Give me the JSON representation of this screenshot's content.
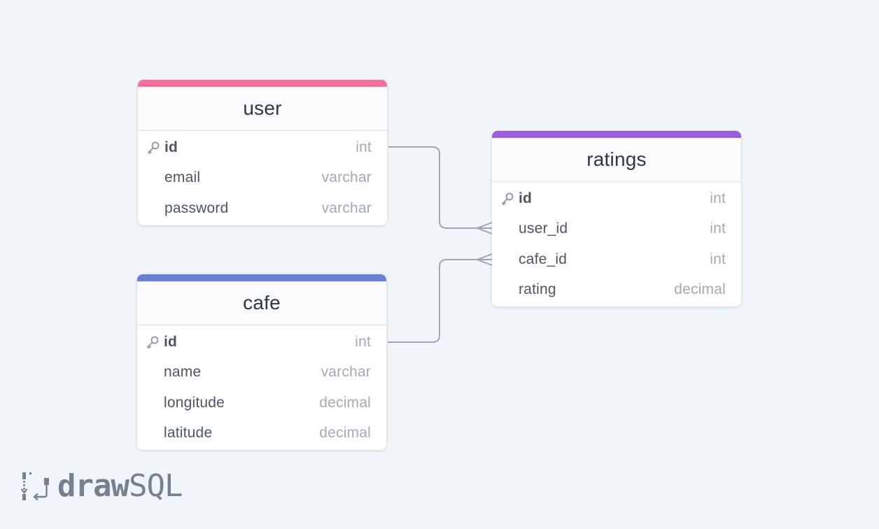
{
  "tables": [
    {
      "name": "user",
      "accent": "#f56f9b",
      "columns": [
        {
          "name": "id",
          "type": "int",
          "pk": true
        },
        {
          "name": "email",
          "type": "varchar",
          "pk": false
        },
        {
          "name": "password",
          "type": "varchar",
          "pk": false
        }
      ]
    },
    {
      "name": "cafe",
      "accent": "#6b7fd3",
      "columns": [
        {
          "name": "id",
          "type": "int",
          "pk": true
        },
        {
          "name": "name",
          "type": "varchar",
          "pk": false
        },
        {
          "name": "longitude",
          "type": "decimal",
          "pk": false
        },
        {
          "name": "latitude",
          "type": "decimal",
          "pk": false
        }
      ]
    },
    {
      "name": "ratings",
      "accent": "#9b5de0",
      "columns": [
        {
          "name": "id",
          "type": "int",
          "pk": true
        },
        {
          "name": "user_id",
          "type": "int",
          "pk": false
        },
        {
          "name": "cafe_id",
          "type": "int",
          "pk": false
        },
        {
          "name": "rating",
          "type": "decimal",
          "pk": false
        }
      ]
    }
  ],
  "relationships": [
    {
      "from_table": "user",
      "from_column": "id",
      "to_table": "ratings",
      "to_column": "user_id",
      "to_cardinality": "many"
    },
    {
      "from_table": "cafe",
      "from_column": "id",
      "to_table": "ratings",
      "to_column": "cafe_id",
      "to_cardinality": "many"
    }
  ],
  "branding": {
    "logo_icon": "drawsql-logo-icon",
    "logo_text_bold": "draw",
    "logo_text_light": "SQL"
  },
  "colors": {
    "background": "#f0f5f9",
    "connector": "#9aa8b6",
    "key_icon": "#8a97a6"
  }
}
